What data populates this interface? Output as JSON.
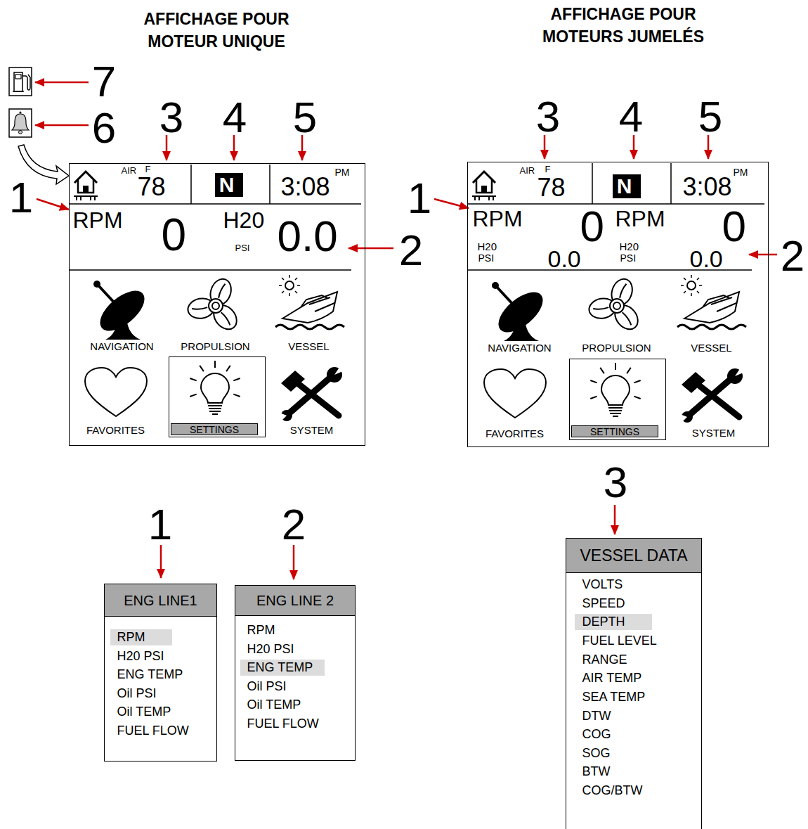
{
  "diagram": {
    "nodes": [
      {
        "text": [
          "AIR",
          "F",
          "78",
          "3:08",
          "PM",
          "RPM",
          "0",
          "H20",
          "PSI",
          "0.0",
          "NAVIGATION",
          "PROPULSION",
          "VESSEL",
          "FAVORITES",
          "SYSTEM"
        ]
      },
      {
        "text": [
          "N"
        ],
        "in": 0
      },
      {
        "text": [
          "SETTINGS"
        ],
        "in": 0
      },
      {
        "text": [
          "AIR",
          "F",
          "78",
          "3:08",
          "PM",
          "RPM",
          "0",
          "RPM",
          "0",
          "H20",
          "PSI",
          "0.0",
          "H20",
          "PSI",
          "0.0",
          "NAVIGATION",
          "PROPULSION",
          "VESSEL",
          "FAVORITES",
          "SYSTEM"
        ]
      },
      {
        "text": [
          "N"
        ],
        "in": 3
      },
      {
        "text": [
          "SETTINGS"
        ],
        "in": 3
      },
      {
        "text": [
          "ENG LINE1",
          "RPM",
          "H20 PSI",
          "ENG TEMP",
          "Oil PSI",
          "Oil TEMP",
          "FUEL FLOW"
        ]
      },
      {
        "text": [
          "ENG LINE 2",
          "RPM",
          "H20 PSI",
          "ENG TEMP",
          "Oil PSI",
          "Oil TEMP",
          "FUEL FLOW"
        ]
      },
      {
        "text": [
          "VESSEL DATA",
          "VOLTS",
          "SPEED",
          "DEPTH",
          "FUEL LEVEL",
          "RANGE",
          "AIR TEMP",
          "SEA TEMP",
          "DTW",
          "COG",
          "SOG",
          "BTW",
          "COG/BTW"
        ]
      }
    ],
    "labels": [
      "AFFICHAGE POUR MOTEUR UNIQUE",
      "AFFICHAGE POUR MOTEURS JUMELÉS",
      "7",
      "6",
      "3",
      "4",
      "5",
      "1",
      "2",
      "3",
      "4",
      "5",
      "1",
      "2",
      "1",
      "2",
      "3"
    ]
  }
}
